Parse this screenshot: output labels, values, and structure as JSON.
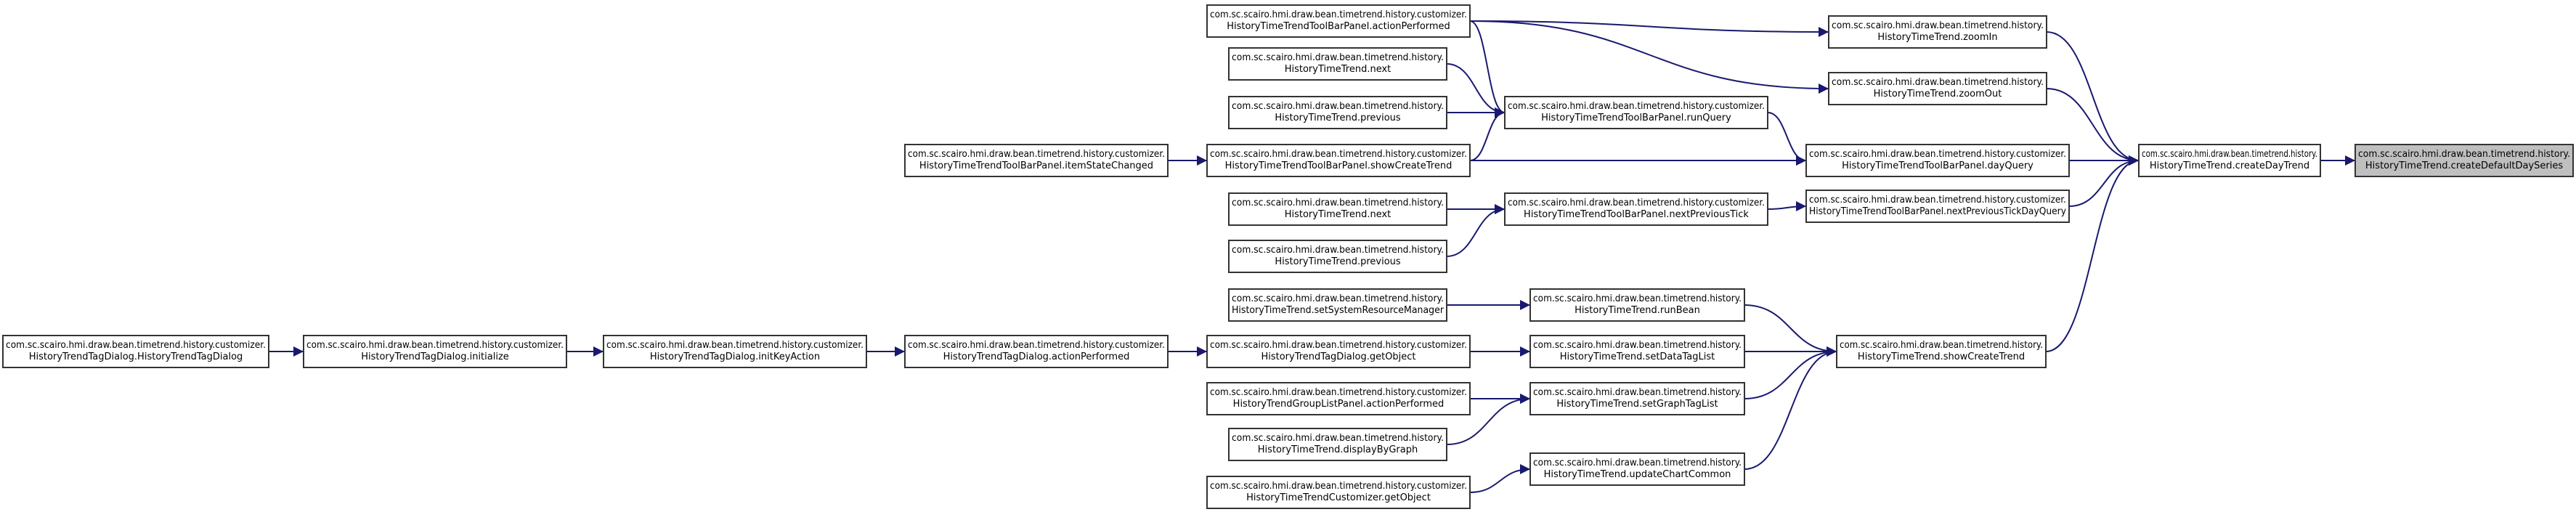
{
  "nodes": [
    {
      "id": "createDefaultDaySeries",
      "line1": "com.sc.scairo.hmi.draw.bean.timetrend.history.",
      "line2": "HistoryTimeTrend.createDefaultDaySeries",
      "root": true
    },
    {
      "id": "createDayTrend",
      "line1": "com.sc.scairo.hmi.draw.bean.timetrend.history.",
      "line2": "HistoryTimeTrend.createDayTrend"
    },
    {
      "id": "zoomIn",
      "line1": "com.sc.scairo.hmi.draw.bean.timetrend.history.",
      "line2": "HistoryTimeTrend.zoomIn"
    },
    {
      "id": "zoomOut",
      "line1": "com.sc.scairo.hmi.draw.bean.timetrend.history.",
      "line2": "HistoryTimeTrend.zoomOut"
    },
    {
      "id": "dayQuery",
      "line1": "com.sc.scairo.hmi.draw.bean.timetrend.history.customizer.",
      "line2": "HistoryTimeTrendToolBarPanel.dayQuery"
    },
    {
      "id": "nextPrevTickDayQuery",
      "line1": "com.sc.scairo.hmi.draw.bean.timetrend.history.customizer.",
      "line2": "HistoryTimeTrendToolBarPanel.nextPreviousTickDayQuery"
    },
    {
      "id": "showCreateTrend",
      "line1": "com.sc.scairo.hmi.draw.bean.timetrend.history.",
      "line2": "HistoryTimeTrend.showCreateTrend"
    },
    {
      "id": "tbActionPerformed",
      "line1": "com.sc.scairo.hmi.draw.bean.timetrend.history.customizer.",
      "line2": "HistoryTimeTrendToolBarPanel.actionPerformed"
    },
    {
      "id": "runQuery",
      "line1": "com.sc.scairo.hmi.draw.bean.timetrend.history.customizer.",
      "line2": "HistoryTimeTrendToolBarPanel.runQuery"
    },
    {
      "id": "tbShowCreateTrend",
      "line1": "com.sc.scairo.hmi.draw.bean.timetrend.history.customizer.",
      "line2": "HistoryTimeTrendToolBarPanel.showCreateTrend"
    },
    {
      "id": "nextPrevTick",
      "line1": "com.sc.scairo.hmi.draw.bean.timetrend.history.customizer.",
      "line2": "HistoryTimeTrendToolBarPanel.nextPreviousTick"
    },
    {
      "id": "runBean",
      "line1": "com.sc.scairo.hmi.draw.bean.timetrend.history.",
      "line2": "HistoryTimeTrend.runBean"
    },
    {
      "id": "setDataTagList",
      "line1": "com.sc.scairo.hmi.draw.bean.timetrend.history.",
      "line2": "HistoryTimeTrend.setDataTagList"
    },
    {
      "id": "setGraphTagList",
      "line1": "com.sc.scairo.hmi.draw.bean.timetrend.history.",
      "line2": "HistoryTimeTrend.setGraphTagList"
    },
    {
      "id": "updateChartCommon",
      "line1": "com.sc.scairo.hmi.draw.bean.timetrend.history.",
      "line2": "HistoryTimeTrend.updateChartCommon"
    },
    {
      "id": "next1",
      "line1": "com.sc.scairo.hmi.draw.bean.timetrend.history.",
      "line2": "HistoryTimeTrend.next"
    },
    {
      "id": "previous1",
      "line1": "com.sc.scairo.hmi.draw.bean.timetrend.history.",
      "line2": "HistoryTimeTrend.previous"
    },
    {
      "id": "itemStateChanged",
      "line1": "com.sc.scairo.hmi.draw.bean.timetrend.history.customizer.",
      "line2": "HistoryTimeTrendToolBarPanel.itemStateChanged"
    },
    {
      "id": "next2",
      "line1": "com.sc.scairo.hmi.draw.bean.timetrend.history.",
      "line2": "HistoryTimeTrend.next"
    },
    {
      "id": "previous2",
      "line1": "com.sc.scairo.hmi.draw.bean.timetrend.history.",
      "line2": "HistoryTimeTrend.previous"
    },
    {
      "id": "setSystemResourceManager",
      "line1": "com.sc.scairo.hmi.draw.bean.timetrend.history.",
      "line2": "HistoryTimeTrend.setSystemResourceManager"
    },
    {
      "id": "dlgGetObject",
      "line1": "com.sc.scairo.hmi.draw.bean.timetrend.history.customizer.",
      "line2": "HistoryTrendTagDialog.getObject"
    },
    {
      "id": "grpActionPerformed",
      "line1": "com.sc.scairo.hmi.draw.bean.timetrend.history.customizer.",
      "line2": "HistoryTrendGroupListPanel.actionPerformed"
    },
    {
      "id": "displayByGraph",
      "line1": "com.sc.scairo.hmi.draw.bean.timetrend.history.",
      "line2": "HistoryTimeTrend.displayByGraph"
    },
    {
      "id": "custGetObject",
      "line1": "com.sc.scairo.hmi.draw.bean.timetrend.history.customizer.",
      "line2": "HistoryTimeTrendCustomizer.getObject"
    },
    {
      "id": "dlgActionPerformed",
      "line1": "com.sc.scairo.hmi.draw.bean.timetrend.history.customizer.",
      "line2": "HistoryTrendTagDialog.actionPerformed"
    },
    {
      "id": "initKeyAction",
      "line1": "com.sc.scairo.hmi.draw.bean.timetrend.history.customizer.",
      "line2": "HistoryTrendTagDialog.initKeyAction"
    },
    {
      "id": "initialize",
      "line1": "com.sc.scairo.hmi.draw.bean.timetrend.history.customizer.",
      "line2": "HistoryTrendTagDialog.initialize"
    },
    {
      "id": "ctor",
      "line1": "com.sc.scairo.hmi.draw.bean.timetrend.history.customizer.",
      "line2": "HistoryTrendTagDialog.HistoryTrendTagDialog"
    }
  ],
  "edges": [
    {
      "from": "createDayTrend",
      "to": "createDefaultDaySeries"
    },
    {
      "from": "zoomIn",
      "to": "createDayTrend"
    },
    {
      "from": "zoomOut",
      "to": "createDayTrend"
    },
    {
      "from": "dayQuery",
      "to": "createDayTrend"
    },
    {
      "from": "nextPrevTickDayQuery",
      "to": "createDayTrend"
    },
    {
      "from": "showCreateTrend",
      "to": "createDayTrend"
    },
    {
      "from": "tbActionPerformed",
      "to": "zoomIn"
    },
    {
      "from": "tbActionPerformed",
      "to": "zoomOut"
    },
    {
      "from": "tbActionPerformed",
      "to": "runQuery"
    },
    {
      "from": "runQuery",
      "to": "dayQuery"
    },
    {
      "from": "tbShowCreateTrend",
      "to": "dayQuery"
    },
    {
      "from": "nextPrevTick",
      "to": "nextPrevTickDayQuery"
    },
    {
      "from": "next1",
      "to": "runQuery"
    },
    {
      "from": "previous1",
      "to": "runQuery"
    },
    {
      "from": "tbShowCreateTrend",
      "to": "runQuery"
    },
    {
      "from": "itemStateChanged",
      "to": "tbShowCreateTrend"
    },
    {
      "from": "next2",
      "to": "nextPrevTick"
    },
    {
      "from": "previous2",
      "to": "nextPrevTick"
    },
    {
      "from": "runBean",
      "to": "showCreateTrend"
    },
    {
      "from": "setDataTagList",
      "to": "showCreateTrend"
    },
    {
      "from": "setGraphTagList",
      "to": "showCreateTrend"
    },
    {
      "from": "updateChartCommon",
      "to": "showCreateTrend"
    },
    {
      "from": "setSystemResourceManager",
      "to": "runBean"
    },
    {
      "from": "dlgGetObject",
      "to": "setDataTagList"
    },
    {
      "from": "grpActionPerformed",
      "to": "setGraphTagList"
    },
    {
      "from": "displayByGraph",
      "to": "setGraphTagList"
    },
    {
      "from": "custGetObject",
      "to": "updateChartCommon"
    },
    {
      "from": "dlgActionPerformed",
      "to": "dlgGetObject"
    },
    {
      "from": "initKeyAction",
      "to": "dlgActionPerformed"
    },
    {
      "from": "initialize",
      "to": "initKeyAction"
    },
    {
      "from": "ctor",
      "to": "initialize"
    }
  ]
}
